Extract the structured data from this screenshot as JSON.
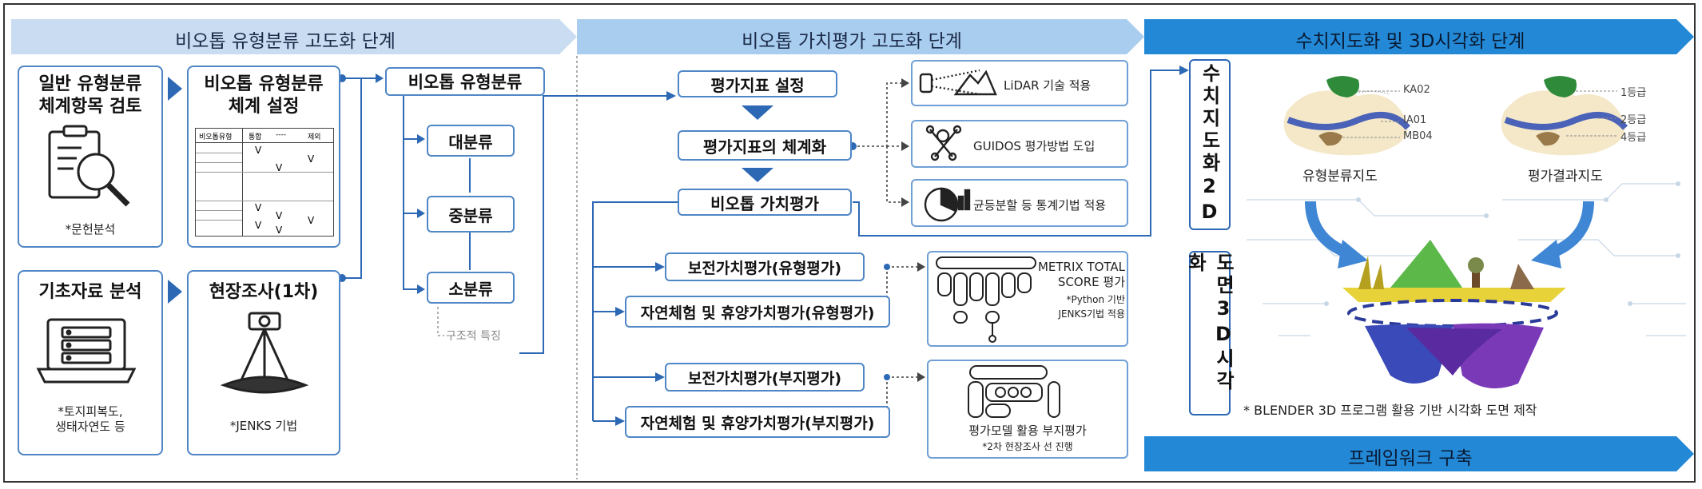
{
  "phases": {
    "phase1": "비오톱 유형분류 고도화 단계",
    "phase2": "비오톱 가치평가 고도화 단계",
    "phase3": "수치지도화 및 3D시각화 단계",
    "framework": "프레임워크 구축"
  },
  "col1": {
    "review_title": "일반 유형분류\n체계항목 검토",
    "review_note": "*문헌분석",
    "basic_title": "기초자료 분석",
    "basic_note": "*토지피복도,\n생태자연도 등"
  },
  "col2": {
    "system_title": "비오톱 유형분류\n체계 설정",
    "table_headers": [
      "비오톱유형",
      "통합",
      "----",
      "제외"
    ],
    "table_marks": [
      "V",
      "V",
      "V",
      "V",
      "V",
      "V",
      "V",
      "V"
    ],
    "field_title": "현장조사(1차)",
    "field_note": "*JENKS 기법"
  },
  "tree": {
    "root": "비오톱 유형분류",
    "major": "대분류",
    "middle": "중분류",
    "minor": "소분류",
    "feature": "구조적 특징"
  },
  "evaluation": {
    "indicator": "평가지표 설정",
    "systematize": "평가지표의 체계화",
    "value": "비오톱 가치평가",
    "methods": [
      "LiDAR 기술 적용",
      "GUIDOS 평가방법 도입",
      "균등분할 등 통계기법 적용"
    ],
    "cons_type": "보전가치평가(유형평가)",
    "nature_type": "자연체험 및 휴양가치평가(유형평가)",
    "cons_site": "보전가치평가(부지평가)",
    "nature_site": "자연체험 및 휴양가치평가(부지평가)",
    "metrix_line1": "METRIX TOTAL",
    "metrix_line2": "SCORE 평가",
    "metrix_line3": "*Python 기반",
    "metrix_line4": "JENKS기법 적용",
    "site_line1": "평가모델 활용 부지평가",
    "site_line2": "*2차 현장조사 선 진행"
  },
  "mapping": {
    "vertical_2d": "수치지도화2D",
    "vertical_3d": "도면3D시각화",
    "type_labels": [
      "KA02",
      "IA01",
      "MB04"
    ],
    "grade_labels": [
      "1등급",
      "2등급",
      "4등급"
    ],
    "type_map": "유형분류지도",
    "grade_map": "평가결과지도",
    "blender_note": "* BLENDER 3D 프로그램 활용 기반 시각화 도면 제작"
  },
  "colors": {
    "phase_light": "#c9dcf1",
    "phase_mid": "#a9cdee",
    "phase_dark": "#2389d6",
    "box_border": "#4f86c6",
    "connector": "#2c68b4"
  }
}
